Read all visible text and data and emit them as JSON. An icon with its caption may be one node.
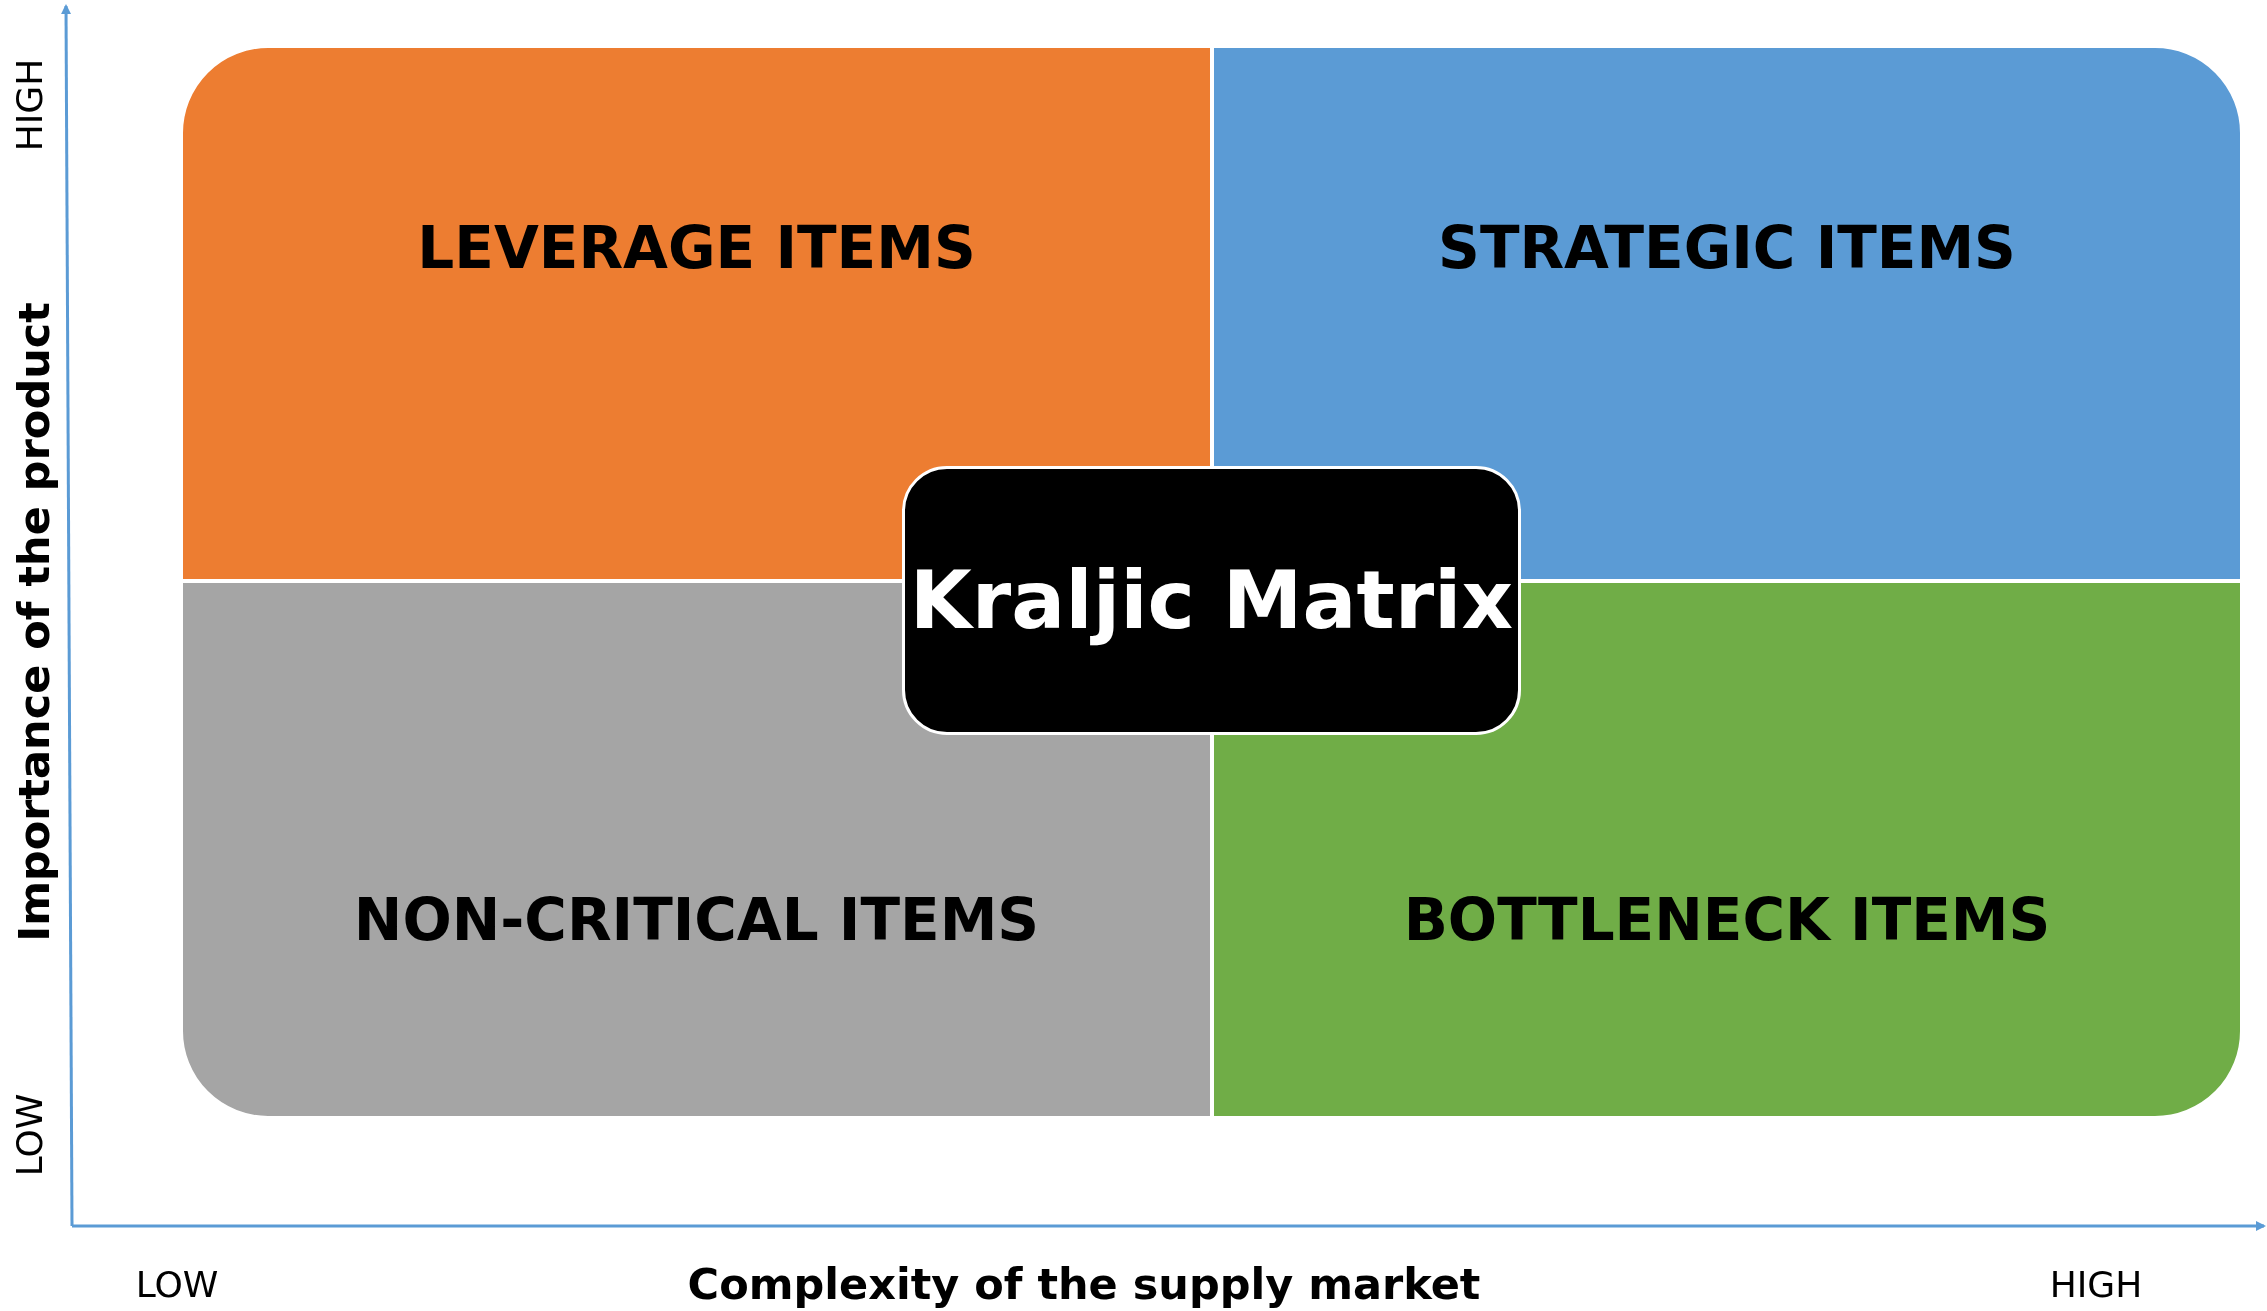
{
  "diagram": {
    "nodes": [
      {
        "text": [
          "LEVERAGE ITEMS"
        ]
      },
      {
        "text": [
          "STRATEGIC ITEMS"
        ]
      },
      {
        "text": [
          "NON-CRITICAL ITEMS"
        ]
      },
      {
        "text": [
          "BOTTLENECK ITEMS"
        ]
      },
      {
        "text": [
          "Kraljic Matrix"
        ]
      }
    ],
    "edges": [],
    "labels": [
      "HIGH",
      "Importance of the product",
      "LOW",
      "LOW",
      "Complexity of the supply market",
      "HIGH"
    ]
  }
}
